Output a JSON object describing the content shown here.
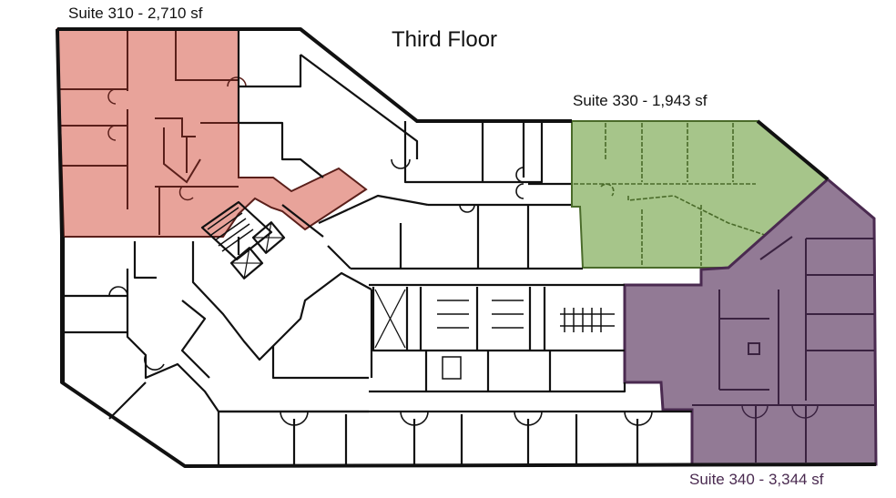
{
  "title": "Third Floor",
  "suites": [
    {
      "id": "310",
      "label": "Suite 310 - 2,710 sf",
      "name": "Suite 310",
      "area_sf": 2710,
      "fill": "#e8a39a",
      "stroke": "#5a1f1a",
      "label_color": "#111111"
    },
    {
      "id": "330",
      "label": "Suite 330 - 1,943 sf",
      "name": "Suite 330",
      "area_sf": 1943,
      "fill": "#a6c58a",
      "stroke": "#4a6b2a",
      "label_color": "#111111"
    },
    {
      "id": "340",
      "label": "Suite 340 - 3,344 sf",
      "name": "Suite 340",
      "area_sf": 3344,
      "fill": "#927a95",
      "stroke": "#4a2a50",
      "label_color": "#4a2a50"
    }
  ],
  "colors": {
    "wall": "#111111",
    "background": "#ffffff"
  }
}
